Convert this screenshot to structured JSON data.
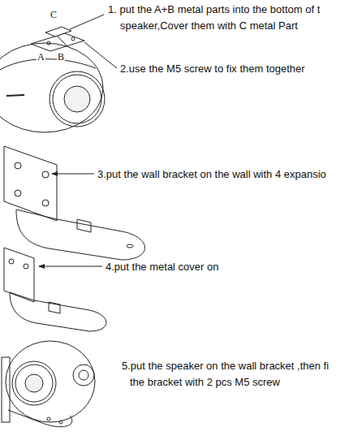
{
  "diagram": {
    "labels": [
      "C",
      "A",
      "B",
      "1. put the A+B metal parts into the bottom of t",
      "speaker,Cover them with C metal Part",
      "2.use the M5 screw to fix them together",
      "3.put the wall bracket on the wall with 4 expansio",
      "4.put the metal cover on",
      "5.put the speaker on the wall bracket ,then fi",
      "the bracket with 2 pcs M5 screw"
    ]
  }
}
